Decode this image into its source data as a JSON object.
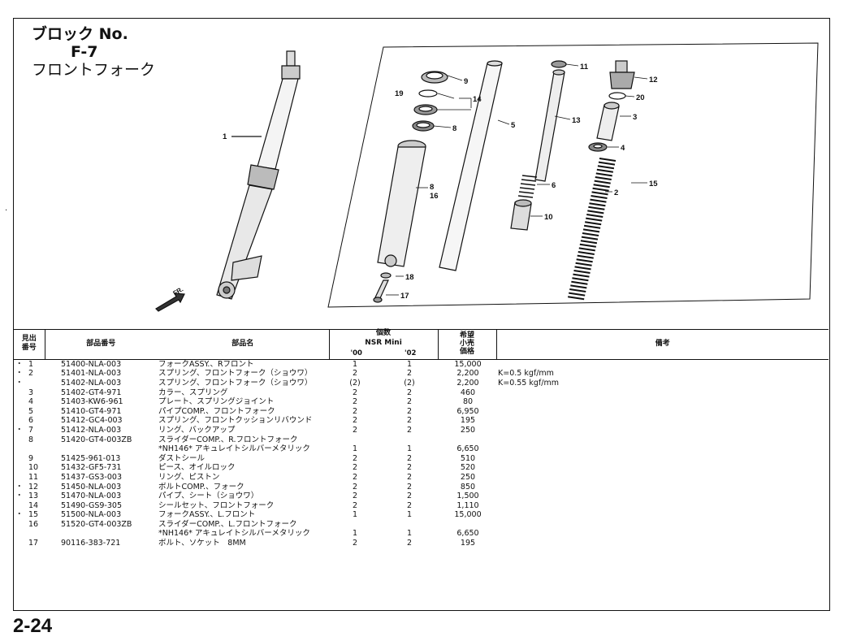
{
  "block": {
    "label": "ブロック No.",
    "number": "F-7",
    "title": "フロントフォーク"
  },
  "diagram": {
    "fr_label": "FR.",
    "callouts": [
      "1",
      "9",
      "19",
      "14",
      "8",
      "5",
      "11",
      "13",
      "12",
      "20",
      "3",
      "4",
      "6",
      "2",
      "15",
      "10",
      "8",
      "16",
      "18",
      "17"
    ]
  },
  "table": {
    "headers": {
      "no": "見出\n番号",
      "part_no": "部品番号",
      "name": "部品名",
      "qty": "個数",
      "model": "NSR Mini",
      "y00": "'00",
      "y02": "'02",
      "price": "希望\n小売\n価格",
      "remarks": "備考"
    },
    "rows": [
      {
        "mark": "・",
        "no": "1",
        "part": "51400-NLA-003",
        "name": "フォークASSY.、Rフロント",
        "q00": "1",
        "q02": "1",
        "price": "15,000",
        "note": ""
      },
      {
        "mark": "・",
        "no": "2",
        "part": "51401-NLA-003",
        "name": "スプリング、フロントフォーク（ショウワ）",
        "q00": "2",
        "q02": "2",
        "price": "2,200",
        "note": "K=0.5 kgf/mm"
      },
      {
        "mark": "・",
        "no": "",
        "part": "51402-NLA-003",
        "name": "スプリング、フロントフォーク（ショウワ）",
        "q00": "(2)",
        "q02": "(2)",
        "price": "2,200",
        "note": "K=0.55 kgf/mm"
      },
      {
        "mark": "",
        "no": "3",
        "part": "51402-GT4-971",
        "name": "カラー、スプリング",
        "q00": "2",
        "q02": "2",
        "price": "460",
        "note": ""
      },
      {
        "mark": "",
        "no": "4",
        "part": "51403-KW6-961",
        "name": "プレート、スプリングジョイント",
        "q00": "2",
        "q02": "2",
        "price": "80",
        "note": ""
      },
      {
        "mark": "",
        "no": "5",
        "part": "51410-GT4-971",
        "name": "パイプCOMP.、フロントフォーク",
        "q00": "2",
        "q02": "2",
        "price": "6,950",
        "note": ""
      },
      {
        "mark": "",
        "no": "6",
        "part": "51412-GC4-003",
        "name": "スプリング、フロントクッションリバウンド",
        "q00": "2",
        "q02": "2",
        "price": "195",
        "note": ""
      },
      {
        "mark": "・",
        "no": "7",
        "part": "51412-NLA-003",
        "name": "リング、バックアップ",
        "q00": "2",
        "q02": "2",
        "price": "250",
        "note": ""
      },
      {
        "mark": "",
        "no": "8",
        "part": "51420-GT4-003ZB",
        "name": "スライダーCOMP.、R.フロントフォーク",
        "q00": "",
        "q02": "",
        "price": "",
        "note": ""
      },
      {
        "mark": "",
        "no": "",
        "part": "",
        "name": "*NH146* アキュレイトシルバーメタリック",
        "q00": "1",
        "q02": "1",
        "price": "6,650",
        "note": ""
      },
      {
        "mark": "",
        "no": "9",
        "part": "51425-961-013",
        "name": "ダストシール",
        "q00": "2",
        "q02": "2",
        "price": "510",
        "note": ""
      },
      {
        "mark": "",
        "no": "10",
        "part": "51432-GF5-731",
        "name": "ピース、オイルロック",
        "q00": "2",
        "q02": "2",
        "price": "520",
        "note": ""
      },
      {
        "mark": "",
        "no": "11",
        "part": "51437-GS3-003",
        "name": "リング、ピストン",
        "q00": "2",
        "q02": "2",
        "price": "250",
        "note": ""
      },
      {
        "mark": "・",
        "no": "12",
        "part": "51450-NLA-003",
        "name": "ボルトCOMP.、フォーク",
        "q00": "2",
        "q02": "2",
        "price": "850",
        "note": ""
      },
      {
        "mark": "・",
        "no": "13",
        "part": "51470-NLA-003",
        "name": "パイプ、シート（ショウワ）",
        "q00": "2",
        "q02": "2",
        "price": "1,500",
        "note": ""
      },
      {
        "mark": "",
        "no": "14",
        "part": "51490-GS9-305",
        "name": "シールセット、フロントフォーク",
        "q00": "2",
        "q02": "2",
        "price": "1,110",
        "note": ""
      },
      {
        "mark": "・",
        "no": "15",
        "part": "51500-NLA-003",
        "name": "フォークASSY.、L.フロント",
        "q00": "1",
        "q02": "1",
        "price": "15,000",
        "note": ""
      },
      {
        "mark": "",
        "no": "16",
        "part": "51520-GT4-003ZB",
        "name": "スライダーCOMP.、L.フロントフォーク",
        "q00": "",
        "q02": "",
        "price": "",
        "note": ""
      },
      {
        "mark": "",
        "no": "",
        "part": "",
        "name": "*NH146* アキュレイトシルバーメタリック",
        "q00": "1",
        "q02": "1",
        "price": "6,650",
        "note": ""
      },
      {
        "mark": "",
        "no": "17",
        "part": "90116-383-721",
        "name": "ボルト、ソケット　8MM",
        "q00": "2",
        "q02": "2",
        "price": "195",
        "note": ""
      }
    ]
  },
  "page_number": "2-24"
}
